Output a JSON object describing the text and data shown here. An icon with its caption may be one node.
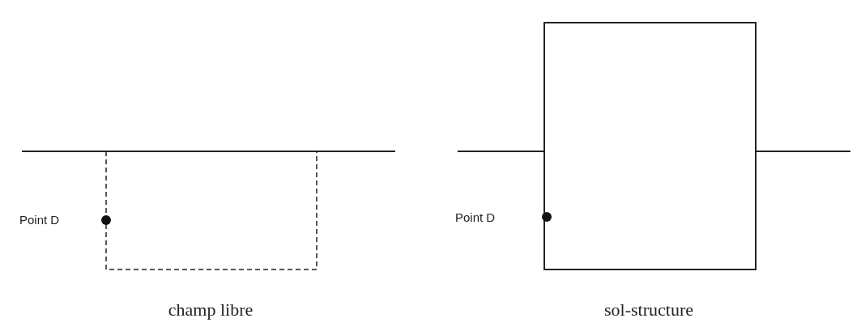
{
  "diagram": {
    "labels": [
      "Point D",
      "champ libre",
      "Point D",
      "sol-structure"
    ]
  }
}
